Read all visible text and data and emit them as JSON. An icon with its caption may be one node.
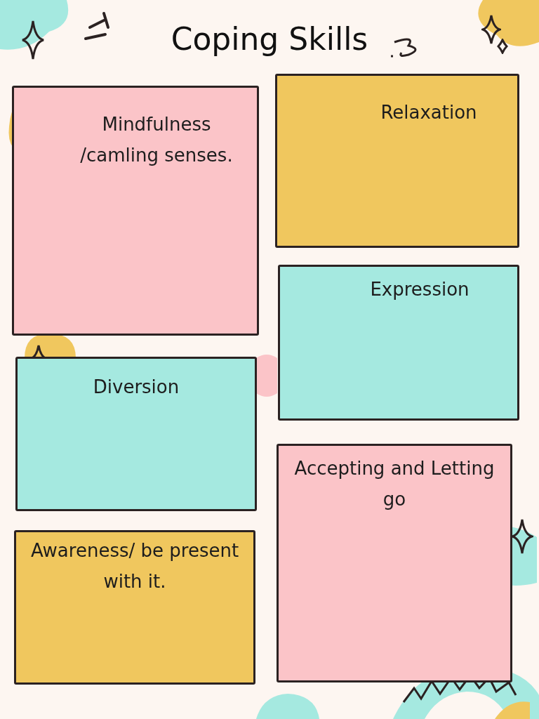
{
  "diagram": {
    "title": "Coping Skills",
    "nodes": [
      {
        "text": [
          "Mindfulness /camling senses."
        ]
      },
      {
        "text": [
          "Relaxation"
        ]
      },
      {
        "text": [
          "Expression"
        ]
      },
      {
        "text": [
          "Diversion"
        ]
      },
      {
        "text": [
          "Accepting and Letting go"
        ]
      },
      {
        "text": [
          "Awareness/ be present with it."
        ]
      }
    ]
  }
}
